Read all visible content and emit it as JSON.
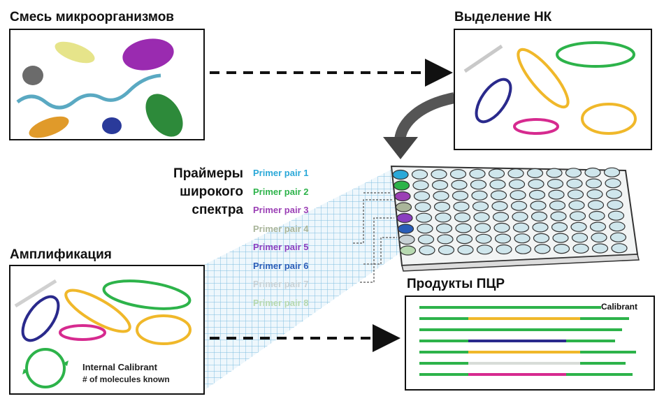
{
  "titles": {
    "mixture": "Смесь микроорганизмов",
    "extraction": "Выделение НК",
    "primers_line1": "Праймеры",
    "primers_line2": "широкого",
    "primers_line3": "спектра",
    "amplification": "Амплификация",
    "products": "Продукты ПЦР"
  },
  "primers": [
    {
      "label": "Primer pair 1",
      "color": "#2aa8d8"
    },
    {
      "label": "Primer pair 2",
      "color": "#2db34a"
    },
    {
      "label": "Primer pair 3",
      "color": "#9b3fb5"
    },
    {
      "label": "Primer pair 4",
      "color": "#a9b59a"
    },
    {
      "label": "Primer pair 5",
      "color": "#8a3fc0"
    },
    {
      "label": "Primer pair 6",
      "color": "#2a5db8"
    },
    {
      "label": "Primer pair 7",
      "color": "#c9d2d6"
    },
    {
      "label": "Primer pair 8",
      "color": "#b7d9b0"
    }
  ],
  "calibrant_label": "Calibrant",
  "internal_calibrant_line1": "Internal Calibrant",
  "internal_calibrant_line2": "# of molecules known",
  "colors": {
    "green": "#2db34a",
    "yellow": "#f0b82a",
    "purple": "#8b2fa8",
    "navy": "#2a2a8c",
    "magenta": "#d62a8f",
    "grid_blue": "#1f8ac4"
  }
}
